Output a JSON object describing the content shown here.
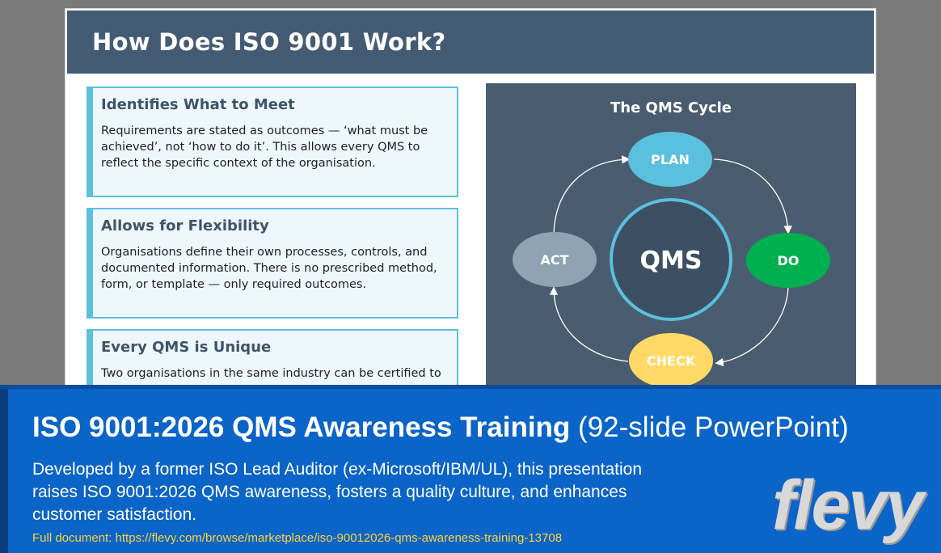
{
  "slide": {
    "title": "How Does ISO 9001 Work?",
    "cards": [
      {
        "title": "Identifies What to Meet",
        "text": "Requirements are stated as outcomes — ‘what must be achieved’, not ‘how to do it’. This allows every QMS to reflect the specific context of the organisation."
      },
      {
        "title": "Allows for Flexibility",
        "text": "Organisations define their own processes, controls, and documented information. There is no prescribed method, form, or template — only required outcomes."
      },
      {
        "title": "Every QMS is Unique",
        "text": "Two organisations in the same industry can be certified to"
      }
    ],
    "cycle": {
      "title": "The QMS Cycle",
      "center": "QMS",
      "plan": "PLAN",
      "do": "DO",
      "check": "CHECK",
      "act": "ACT",
      "colors": {
        "panel": "#4a5d70",
        "plan": "#5bc0de",
        "do": "#00b050",
        "check": "#ffd966",
        "act": "#8fa3b5",
        "center": "#3d5063",
        "center_ring": "#5bc0de"
      }
    }
  },
  "banner": {
    "title_bold": "ISO 9001:2026 QMS Awareness Training",
    "title_light": "(92-slide PowerPoint)",
    "description": "Developed by a former ISO Lead Auditor (ex-Microsoft/IBM/UL), this presentation raises ISO 9001:2026 QMS awareness, fosters a quality culture, and enhances customer satisfaction.",
    "link": "Full document: https://flevy.com/browse/marketplace/iso-90012026-qms-awareness-training-13708",
    "logo": "flevy"
  }
}
